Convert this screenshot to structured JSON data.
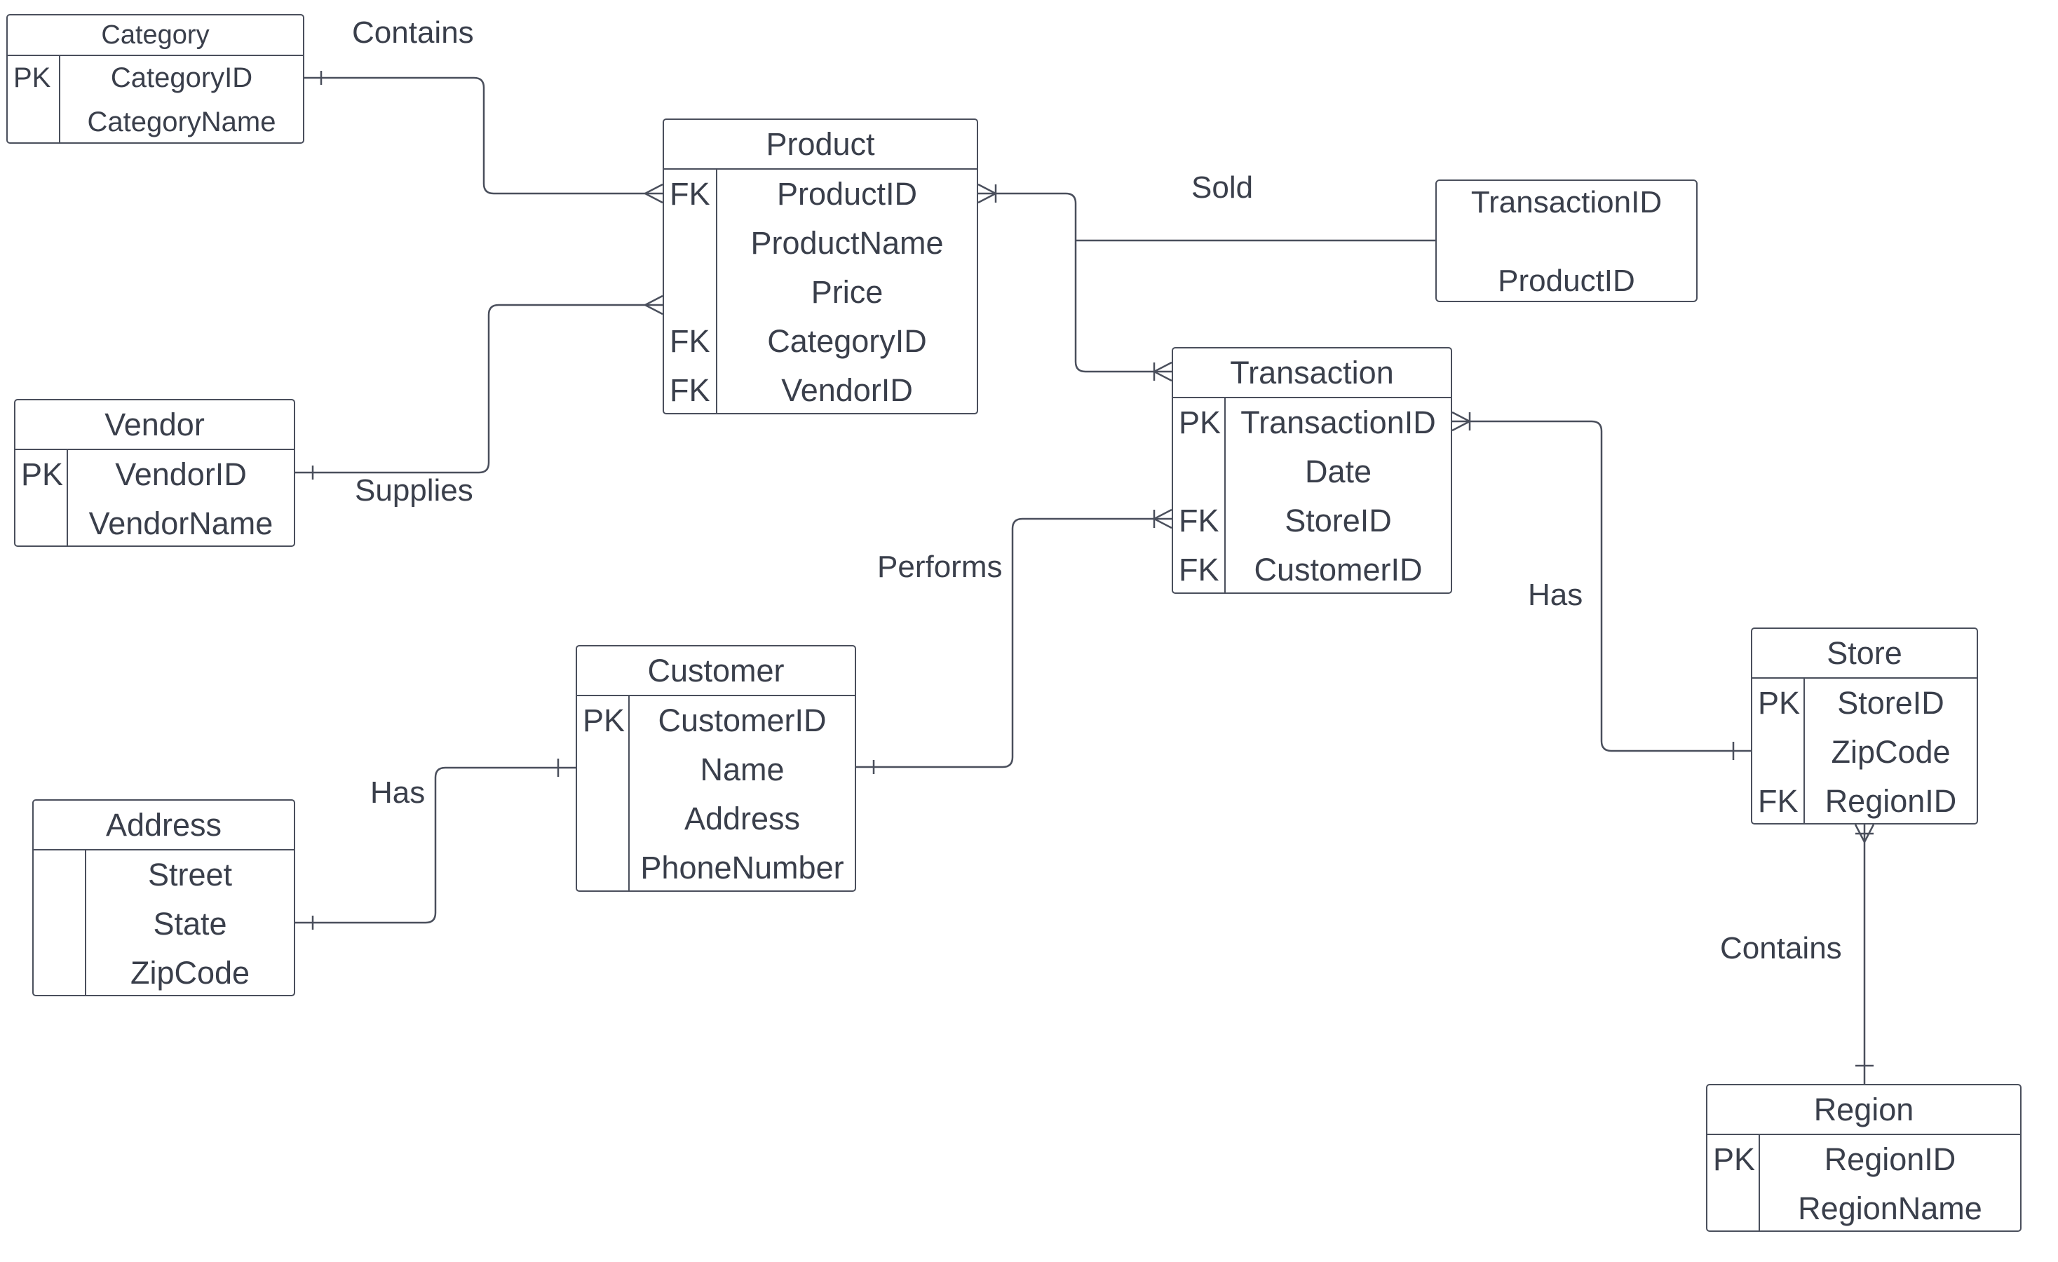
{
  "entities": {
    "category": {
      "title": "Category",
      "rows": [
        {
          "key": "PK",
          "name": "CategoryID"
        },
        {
          "key": "",
          "name": "CategoryName"
        }
      ]
    },
    "product": {
      "title": "Product",
      "rows": [
        {
          "key": "FK",
          "name": "ProductID"
        },
        {
          "key": "",
          "name": "ProductName"
        },
        {
          "key": "",
          "name": "Price"
        },
        {
          "key": "FK",
          "name": "CategoryID"
        },
        {
          "key": "FK",
          "name": "VendorID"
        }
      ]
    },
    "vendor": {
      "title": "Vendor",
      "rows": [
        {
          "key": "PK",
          "name": "VendorID"
        },
        {
          "key": "",
          "name": "VendorName"
        }
      ]
    },
    "transaction": {
      "title": "Transaction",
      "rows": [
        {
          "key": "PK",
          "name": "TransactionID"
        },
        {
          "key": "",
          "name": "Date"
        },
        {
          "key": "FK",
          "name": "StoreID"
        },
        {
          "key": "FK",
          "name": "CustomerID"
        }
      ]
    },
    "customer": {
      "title": "Customer",
      "rows": [
        {
          "key": "PK",
          "name": "CustomerID"
        },
        {
          "key": "",
          "name": "Name"
        },
        {
          "key": "",
          "name": "Address"
        },
        {
          "key": "",
          "name": "PhoneNumber"
        }
      ]
    },
    "address": {
      "title": "Address",
      "rows": [
        {
          "key": "",
          "name": "Street"
        },
        {
          "key": "",
          "name": "State"
        },
        {
          "key": "",
          "name": "ZipCode"
        }
      ]
    },
    "store": {
      "title": "Store",
      "rows": [
        {
          "key": "PK",
          "name": "StoreID"
        },
        {
          "key": "",
          "name": "ZipCode"
        },
        {
          "key": "FK",
          "name": "RegionID"
        }
      ]
    },
    "region": {
      "title": "Region",
      "rows": [
        {
          "key": "PK",
          "name": "RegionID"
        },
        {
          "key": "",
          "name": "RegionName"
        }
      ]
    }
  },
  "junction": {
    "line1": "TransactionID",
    "line2": "ProductID"
  },
  "relationships": {
    "category_product": "Contains",
    "vendor_product": "Supplies",
    "product_transaction": "Sold",
    "customer_transaction": "Performs",
    "transaction_store": "Has",
    "address_customer": "Has",
    "store_region": "Contains"
  },
  "colors": {
    "line": "#4a4f5c",
    "text": "#3a3f4b",
    "background": "#ffffff"
  }
}
